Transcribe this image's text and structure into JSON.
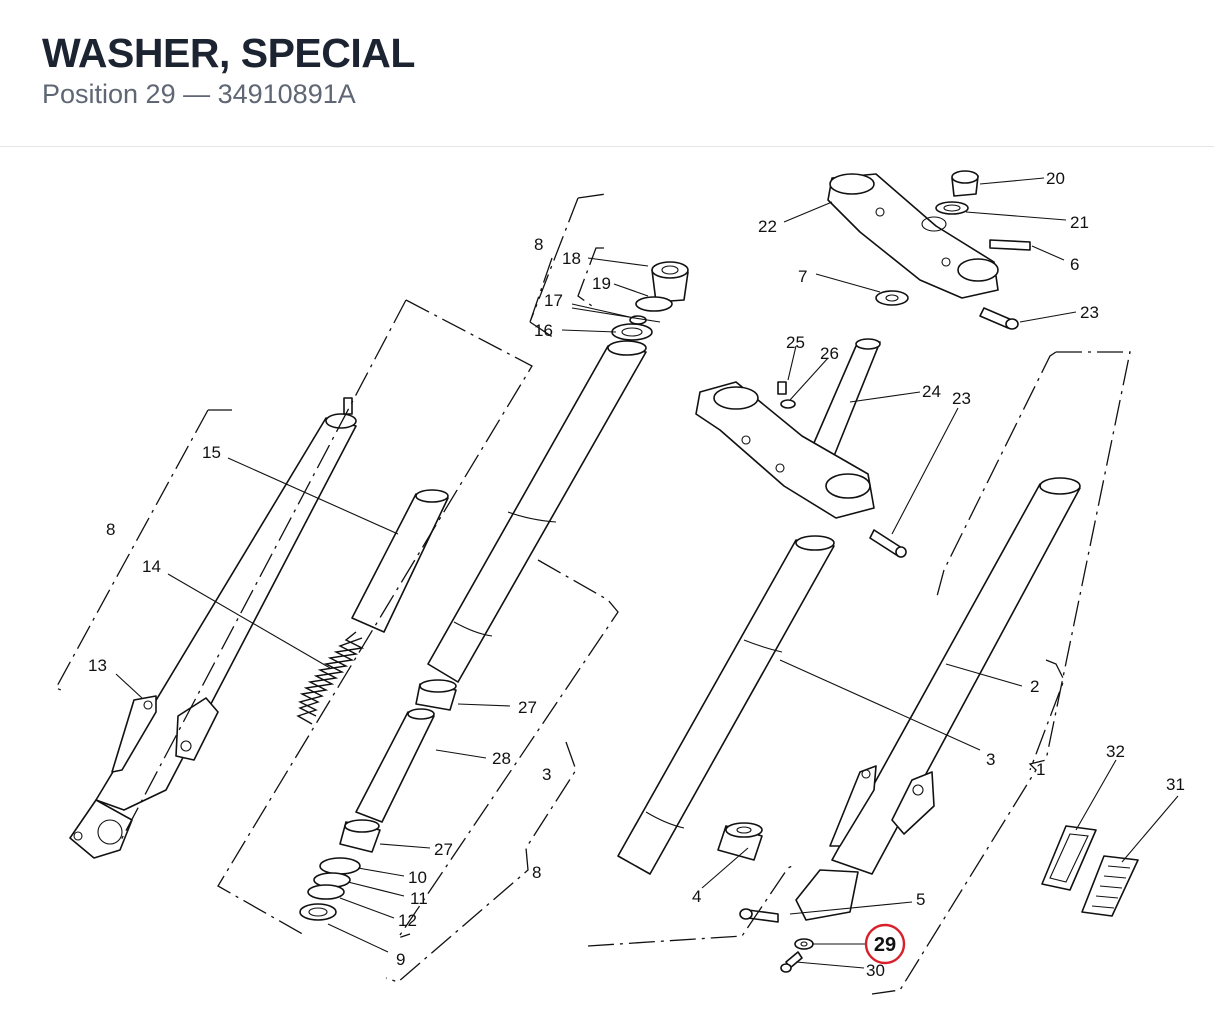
{
  "header": {
    "title": "WASHER, SPECIAL",
    "subtitle": "Position 29 — 34910891A"
  },
  "diagram": {
    "highlight_color": "#d81f2a",
    "highlighted_label": "29",
    "labels": {
      "l1": "1",
      "l2": "2",
      "l3a": "3",
      "l3b": "3",
      "l4": "4",
      "l5": "5",
      "l6": "6",
      "l7": "7",
      "l8a": "8",
      "l8b": "8",
      "l8c": "8",
      "l9": "9",
      "l10": "10",
      "l11": "11",
      "l12": "12",
      "l13": "13",
      "l14": "14",
      "l15": "15",
      "l16": "16",
      "l17": "17",
      "l18": "18",
      "l19": "19",
      "l20": "20",
      "l21": "21",
      "l22": "22",
      "l23a": "23",
      "l23b": "23",
      "l24": "24",
      "l25": "25",
      "l26": "26",
      "l27a": "27",
      "l27b": "27",
      "l28": "28",
      "l29": "29",
      "l30": "30",
      "l31": "31",
      "l32": "32"
    }
  }
}
